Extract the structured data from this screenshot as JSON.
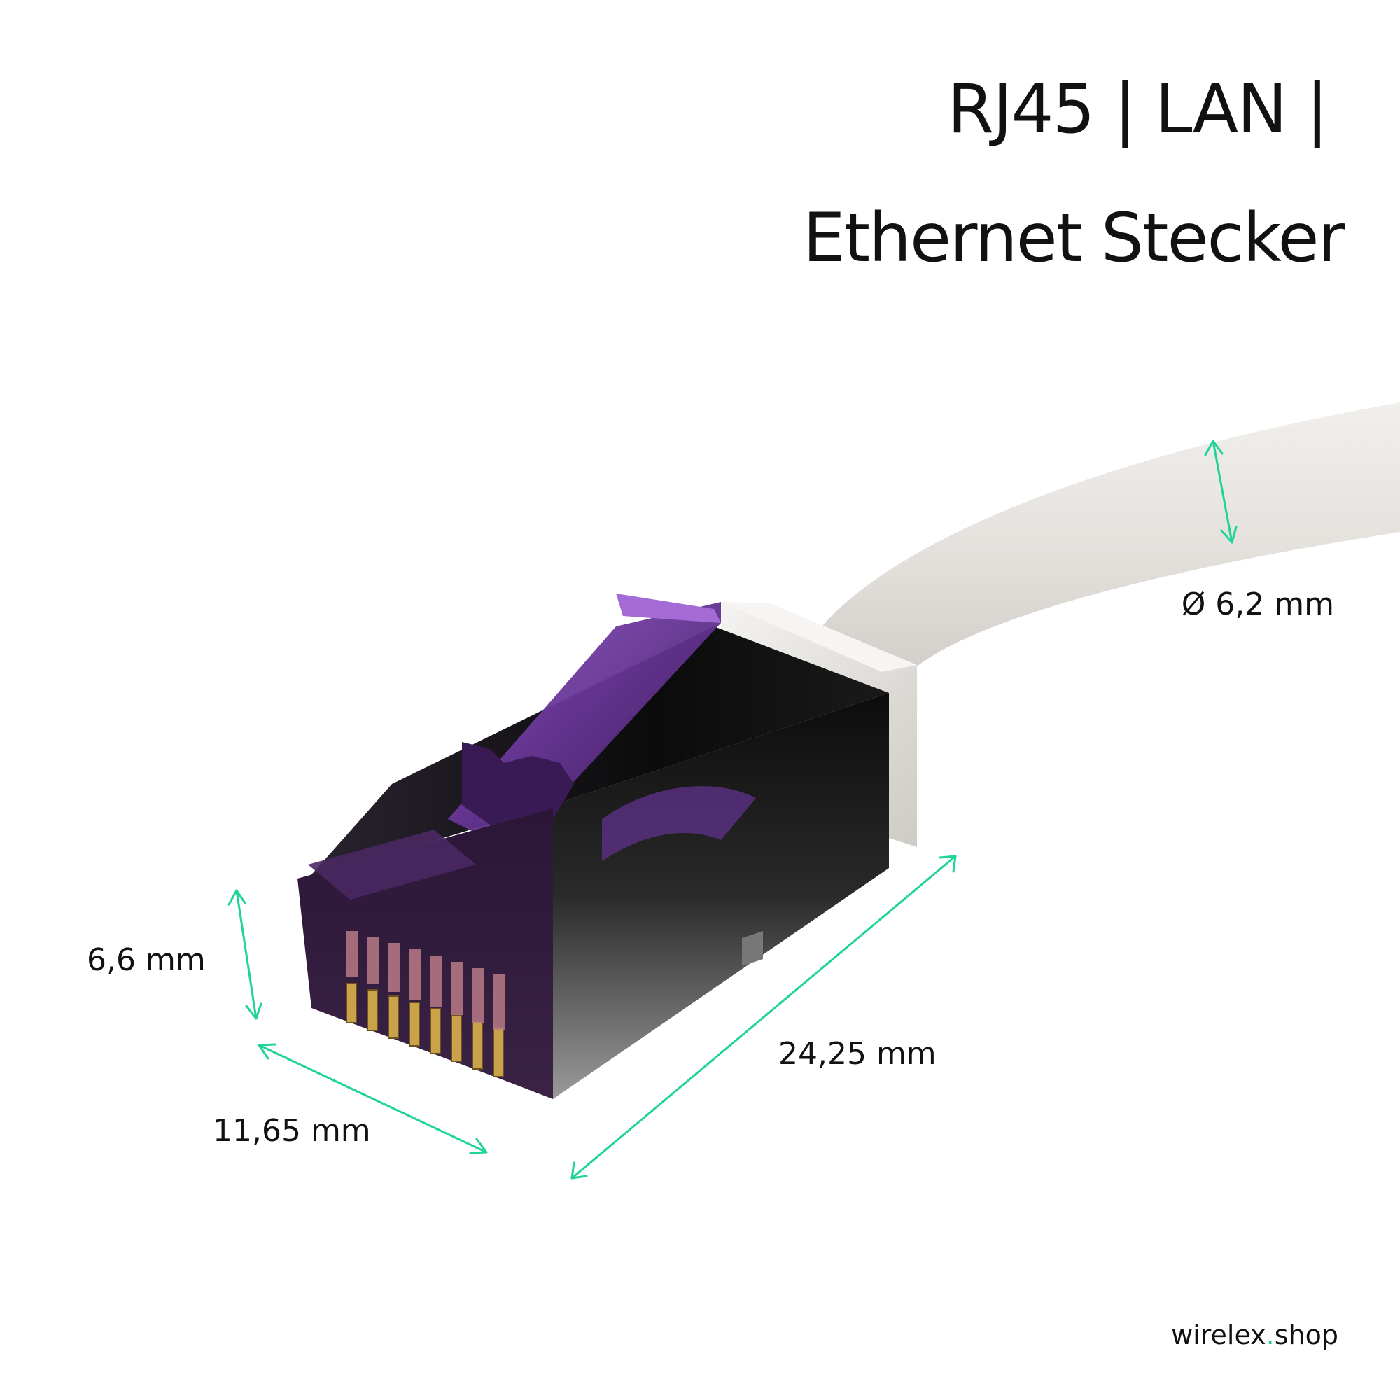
{
  "title": {
    "line1": "RJ45 | LAN |",
    "line2": "Ethernet Stecker"
  },
  "dimensions": {
    "cable_diameter": "Ø 6,2 mm",
    "height": "6,6 mm",
    "length": "24,25 mm",
    "width": "11,65 mm"
  },
  "brand": {
    "name": "wirelex",
    "dot": ".",
    "tld": "shop"
  },
  "colors": {
    "background": "#ffffff",
    "text": "#111111",
    "accent": "#1fd39a",
    "cable": "#e7e5e2",
    "shield": "#111111",
    "clip": "#7a3fb0",
    "contacts": "#c9a24a"
  }
}
